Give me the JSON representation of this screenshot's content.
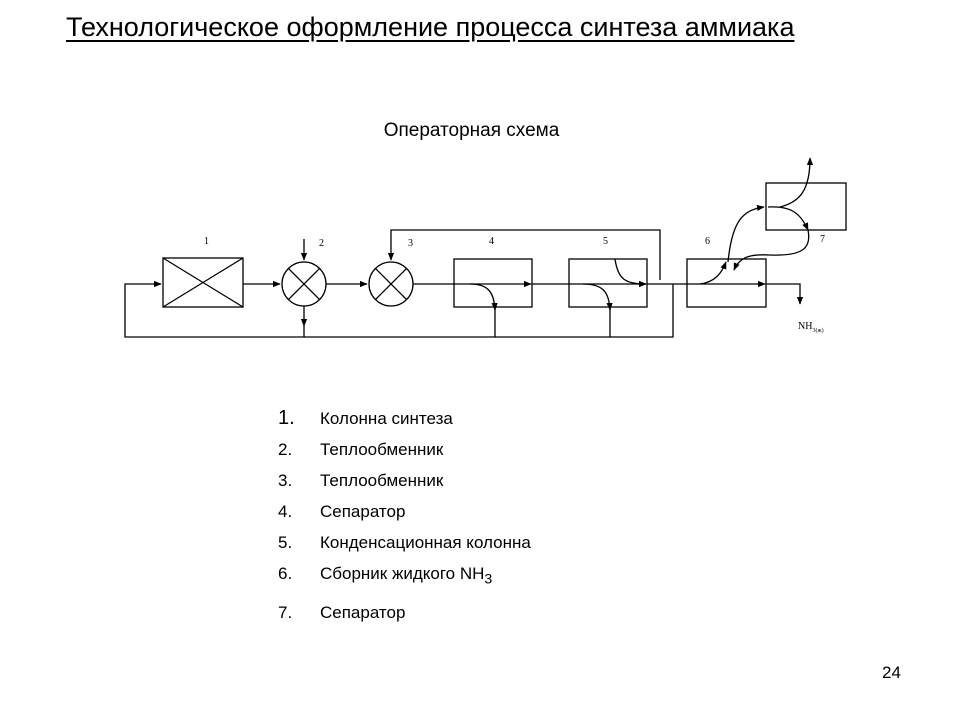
{
  "title": "Технологическое оформление процесса синтеза аммиака",
  "subtitle": "Операторная схема",
  "diagram": {
    "block_labels": [
      "1",
      "2",
      "3",
      "4",
      "5",
      "6",
      "7"
    ],
    "product_label": "NH",
    "product_subscript": "3(ж)"
  },
  "legend": [
    {
      "num": "1.",
      "text": "Колонна синтеза"
    },
    {
      "num": "2.",
      "text": "Теплообменник"
    },
    {
      "num": "3.",
      "text": "Теплообменник"
    },
    {
      "num": "4.",
      "text": "Сепаратор"
    },
    {
      "num": "5.",
      "text": "Конденсационная колонна"
    },
    {
      "num": "6.",
      "text": "Сборник жидкого NH",
      "sub": "3"
    },
    {
      "num": "7.",
      "text": "Сепаратор"
    }
  ],
  "page_number": "24"
}
